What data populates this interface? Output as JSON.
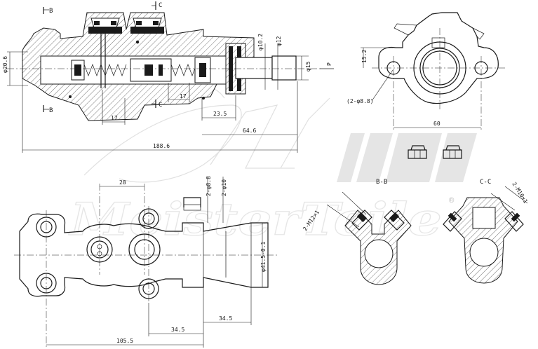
{
  "section_markers": {
    "b_top": "B",
    "b_bottom": "B",
    "c_top": "C",
    "c_bottom": "C"
  },
  "dimensions": {
    "d20_6": "φ20.6",
    "d10_2": "φ10.2",
    "d12": "φ12",
    "d15": "φ15",
    "p": "P",
    "l17a": "17",
    "l17b": "17",
    "l23_5": "23.5",
    "l64_6": "64.6",
    "l188_6": "188.6",
    "r15_2": "15.2",
    "holes": "(2-φ8.8)",
    "w60": "60",
    "l28": "28",
    "t2_d8_8": "2-φ8.8",
    "t2_d10": "2-φ10",
    "d41": "φ41.5-0.1",
    "l34_5a": "34.5",
    "l34_5b": "34.5",
    "l105_5": "105.5",
    "m12": "2-M12×1",
    "m10": "2-M10×1"
  },
  "section_titles": {
    "bb": "B-B",
    "cc": "C-C"
  },
  "watermark": {
    "text": "MeisterTeile",
    "registered": "®"
  }
}
